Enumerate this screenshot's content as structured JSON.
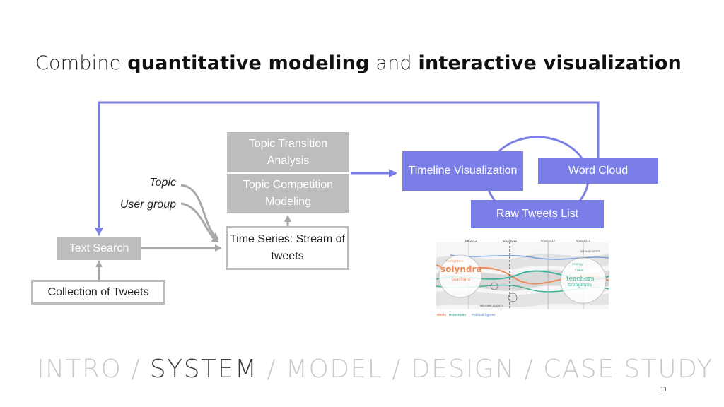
{
  "title": {
    "part1": "Combine ",
    "part2": "quantitative modeling",
    "part3": " and ",
    "part4": "interactive visualization"
  },
  "boxes": {
    "topic_transition": "Topic Transition Analysis",
    "topic_competition": "Topic Competition Modeling",
    "time_series": "Time Series: Stream of tweets",
    "text_search": "Text Search",
    "collection": "Collection of Tweets",
    "timeline": "Timeline Visualization",
    "word_cloud": "Word Cloud",
    "raw_tweets": "Raw Tweets List"
  },
  "labels": {
    "topic": "Topic",
    "user_group": "User group"
  },
  "thumbnail": {
    "dates": [
      "6/5/2012",
      "6/12/2012",
      "6/19/2012",
      "6/26/2012"
    ],
    "words_left": [
      "solyndra",
      "teachers",
      "firefighters"
    ],
    "words_right": [
      "teachers",
      "firefighters",
      "cops",
      "energy"
    ],
    "corner_label": "DEFENSE INTER",
    "bottom_label": "WELFARE SOCIETY",
    "legend": [
      "Media",
      "Grassroots",
      "Political figures"
    ]
  },
  "nav": {
    "intro": "INTRO",
    "sep1": " / ",
    "system": "SYSTEM",
    "rest": " / MODEL / DESIGN / CASE STUDY"
  },
  "page_number": "11",
  "colors": {
    "gray": "#bdbdbd",
    "blue": "#7b7ee6",
    "media": "#ee8a5a",
    "grassroots": "#3fb39a",
    "political": "#7b9fd6"
  }
}
